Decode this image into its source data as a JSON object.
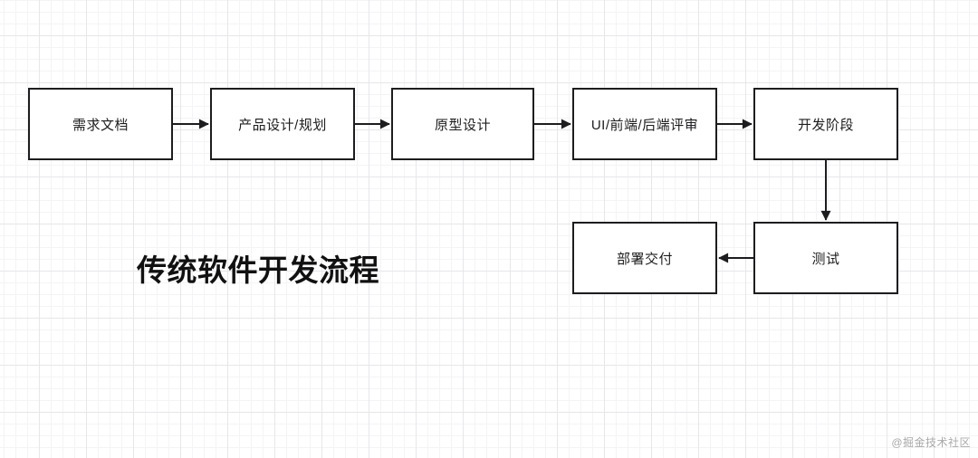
{
  "diagram": {
    "title": "传统软件开发流程",
    "watermark": "@掘金技术社区"
  },
  "nodes": [
    {
      "id": "requirements-doc",
      "label": "需求文档"
    },
    {
      "id": "product-design-planning",
      "label": "产品设计/规划"
    },
    {
      "id": "prototype-design",
      "label": "原型设计"
    },
    {
      "id": "ui-frontend-backend-review",
      "label": "UI/前端/后端评审"
    },
    {
      "id": "development-phase",
      "label": "开发阶段"
    },
    {
      "id": "deploy-delivery",
      "label": "部署交付"
    },
    {
      "id": "testing",
      "label": "测试"
    }
  ],
  "edges": [
    {
      "from": "需求文档",
      "to": "产品设计/规划",
      "direction": "right"
    },
    {
      "from": "产品设计/规划",
      "to": "原型设计",
      "direction": "right"
    },
    {
      "from": "原型设计",
      "to": "UI/前端/后端评审",
      "direction": "right"
    },
    {
      "from": "UI/前端/后端评审",
      "to": "开发阶段",
      "direction": "right"
    },
    {
      "from": "开发阶段",
      "to": "测试",
      "direction": "down"
    },
    {
      "from": "测试",
      "to": "部署交付",
      "direction": "left"
    }
  ],
  "colors": {
    "background": "#ffffff",
    "grid_minor": "#f4f4f6",
    "grid_major": "#e7e7ea",
    "node_border": "#1d1d1f",
    "node_fill": "#ffffff",
    "node_text": "#1d1d1f",
    "arrow": "#1d1d1f",
    "title_text": "#111111",
    "watermark_text": "#a9a9a9"
  }
}
